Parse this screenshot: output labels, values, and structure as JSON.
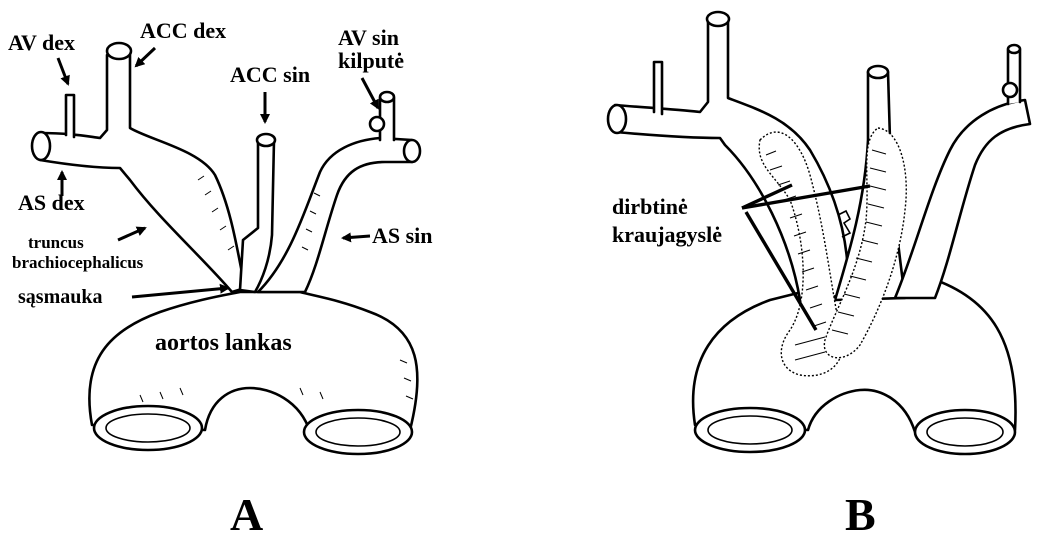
{
  "panel_a": {
    "letter": "A",
    "labels": {
      "av_dex": "AV dex",
      "acc_dex": "ACC dex",
      "acc_sin": "ACC sin",
      "av_sin": "AV sin",
      "kilpute": "kilputė",
      "as_dex": "AS dex",
      "truncus": "truncus",
      "brachiocephalicus": "brachiocephalicus",
      "as_sin": "AS sin",
      "sasmauka": "sąsmauka",
      "aortos_lankas": "aortos lankas"
    }
  },
  "panel_b": {
    "letter": "B",
    "labels": {
      "dirbtine": "dirbtinė",
      "kraujagysle": "kraujagyslė"
    }
  }
}
